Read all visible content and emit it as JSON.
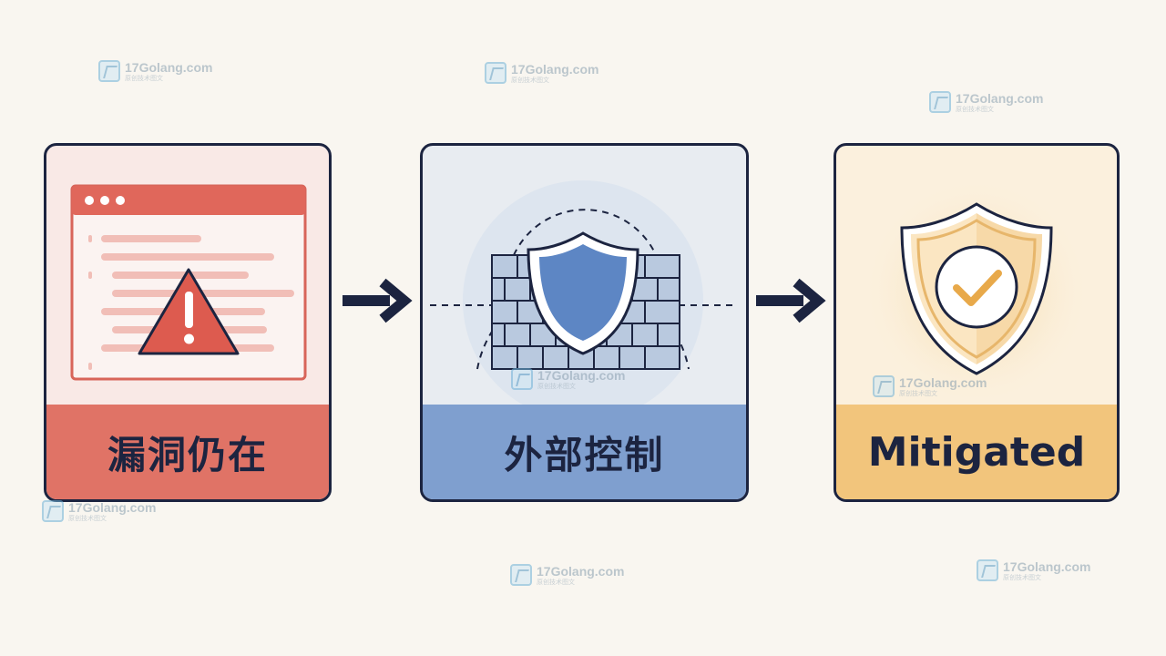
{
  "steps": [
    {
      "label": "漏洞仍在",
      "icon": "warning-browser-icon"
    },
    {
      "label": "外部控制",
      "icon": "firewall-shield-icon"
    },
    {
      "label": "Mitigated",
      "icon": "check-shield-icon"
    }
  ],
  "connectors": [
    "arrow-right-icon",
    "arrow-right-icon"
  ],
  "watermark": {
    "site": "17Golang.com",
    "sub": "原创技术图文"
  },
  "colors": {
    "outline": "#1c2440",
    "danger": "#e07366",
    "control": "#7f9fcf",
    "mitigated": "#f2c57c",
    "background": "#f9f6f0"
  }
}
